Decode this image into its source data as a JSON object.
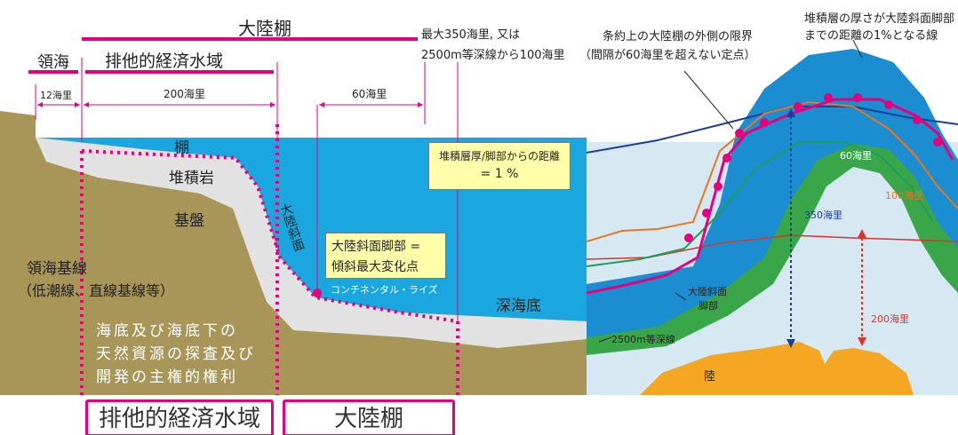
{
  "labels": {
    "continental_shelf": "大陸棚",
    "max_limit": "最大350海里, 又は",
    "depth_line_limit": "2500m等深線から100海里",
    "territorial_sea": "領海",
    "eez": "排他的経済水域",
    "nm_12": "12海里",
    "nm_200": "200海里",
    "nm_60": "60海里",
    "shelf_short": "棚",
    "sedimentary_rock": "堆積岩",
    "basement": "基盤",
    "slope_vertical": "大陸斜面",
    "baseline_line1": "領海基線",
    "baseline_line2": "（低潮線、直線基線等）",
    "rights_line1": "海底及び海底下の",
    "rights_line2": "天然資源の探査及び",
    "rights_line3": "開発の主権的権利",
    "ratio_line1": "堆積層厚/脚部からの距離",
    "ratio_line2": "= 1 %",
    "foot_line1": "大陸斜面脚部 =",
    "foot_line2": "傾斜最大変化点",
    "continental_rise": "コンチネンタル・ライズ",
    "deep_sea_floor": "深海底",
    "bottom_eez": "排他的経済水域",
    "bottom_shelf": "大陸棚"
  },
  "right_panel": {
    "outer_limit_line1": "条約上の大陸棚の外側の限界",
    "outer_limit_line2": "（間隔が60海里を超えない定点）",
    "one_percent_line1": "堆積層の厚さが大陸斜面脚部",
    "one_percent_line2": "までの距離の1%となる線",
    "nm_60": "60海里",
    "nm_100": "100海里",
    "nm_350": "350海里",
    "nm_200": "200海里",
    "slope_foot_line1": "大陸斜面",
    "slope_foot_line2": "脚部",
    "isobath": "2500m等深線",
    "land": "陸"
  },
  "colors": {
    "accent_magenta": "#e6007e",
    "sea": "#1aa7e0",
    "sediment": "#e2e2e2",
    "bedrock": "#a89658",
    "note_box": "#ffffaa",
    "deep_blue_zone": "#1b8ed1",
    "green_zone": "#3aa64a",
    "light_zone": "#d6e8f2",
    "land": "#f5a623"
  }
}
